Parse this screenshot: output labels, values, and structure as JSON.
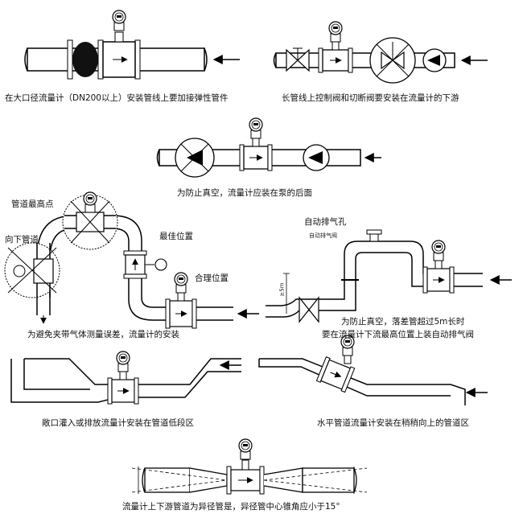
{
  "captions": {
    "d1": "在大口径流量计（DN200以上）安装管线上要加接弹性管件",
    "d2": "长管线上控制阀和切断阀要安装在流量计的下游",
    "d3": "为防止真空，流量计应装在泵的后面",
    "d4": "为避免夹带气体测量误差，流量计的安装",
    "d5_line1": "为防止真空，落差管超过5m长时",
    "d5_line2": "要在流量计下流最高位置上装自动排气阀",
    "d6": "敞口灌入或排放流量计安装在管道低段区",
    "d7": "水平管道流量计安装在稍稍向上的管道区",
    "d8": "流量计上下游管道为异径管是，异径管中心锥角应小于15°"
  },
  "labels": {
    "pipe_highest": "管道最高点",
    "pipe_down": "向下管道",
    "best_position": "最佳位置",
    "reasonable_position": "合理位置",
    "auto_vent": "自动排气孔",
    "auto_vent_small": "自动排气阀",
    "height_mark": "≥5m"
  }
}
